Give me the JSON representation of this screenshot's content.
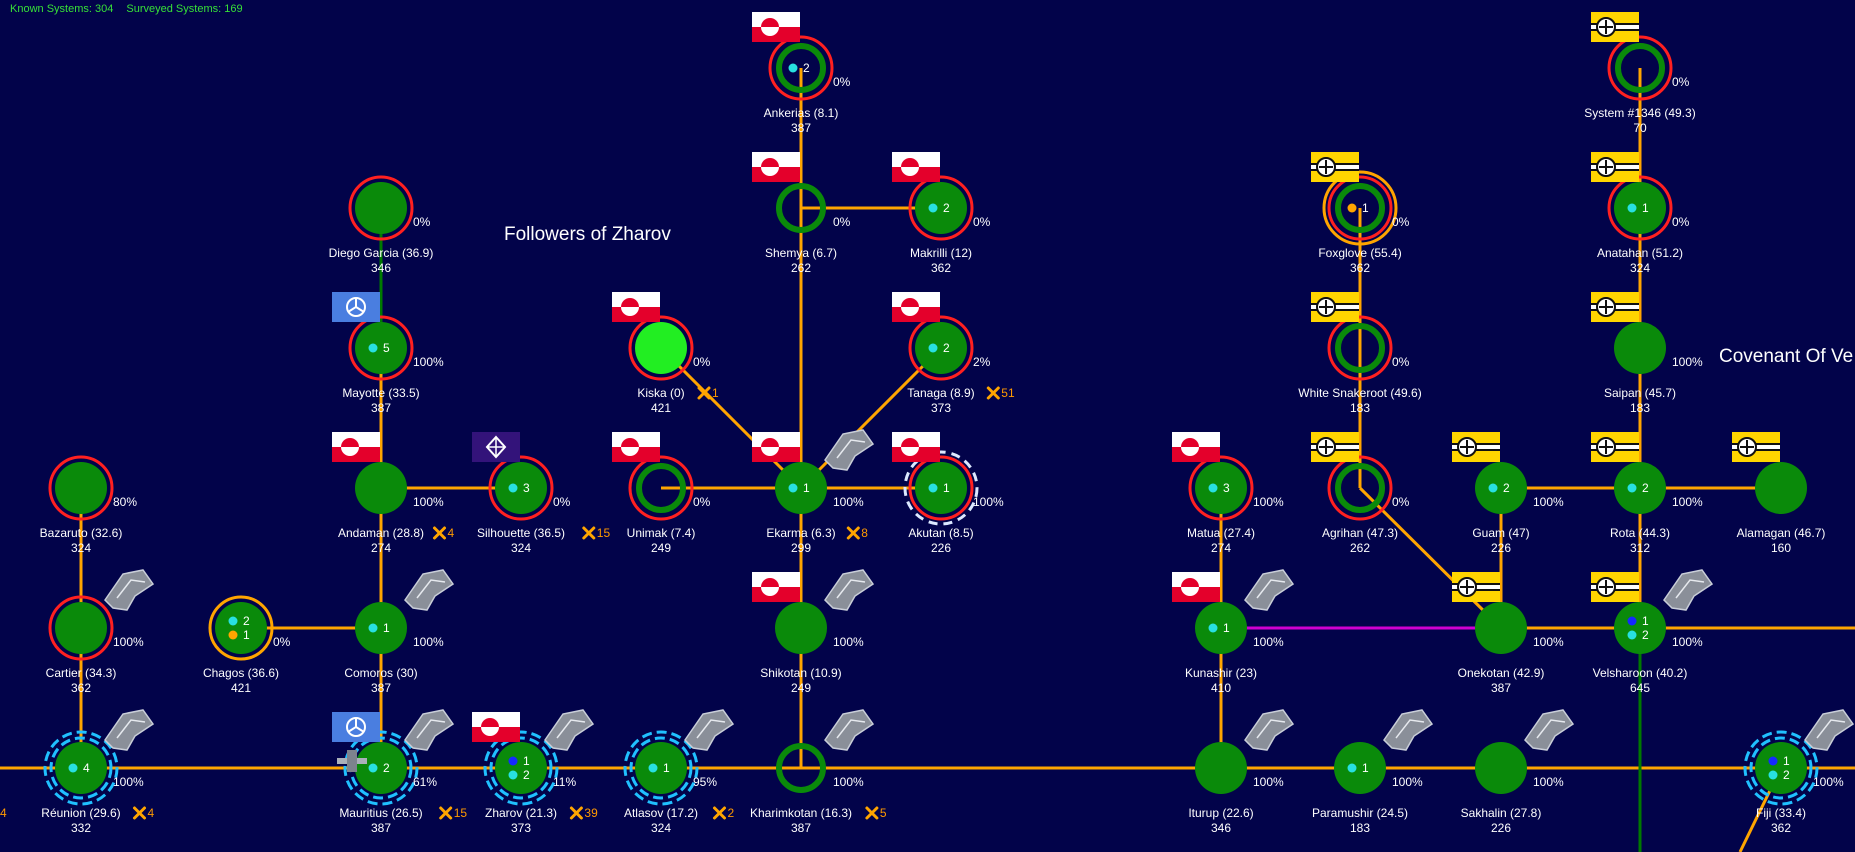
{
  "header": {
    "known_systems": "Known Systems: 304",
    "surveyed_systems": "Surveyed Systems: 169"
  },
  "factions": [
    {
      "name": "Followers of Zharov"
    },
    {
      "name": "Covenant Of Ve"
    }
  ],
  "colors": {
    "background": "#02034a",
    "planet_green": "#0a8a0a",
    "lane_orange": "#ffa500",
    "lane_magenta": "#d000d0",
    "lane_green": "#007a00",
    "ring_red": "#ff2020",
    "ring_cyan": "#20c0ff",
    "text_white": "#ffffff",
    "text_orange": "#ff9a00",
    "header_green": "#37e037"
  },
  "systems": [
    {
      "id": "ankerias",
      "name": "Ankerias  (8.1)",
      "value": "387",
      "pct": "0%",
      "style": "ring",
      "redRing": true,
      "pops": [
        {
          "n": "2",
          "c": "cyan"
        }
      ],
      "flag": "red-white"
    },
    {
      "id": "system1346",
      "name": "System #1346  (49.3)",
      "value": "70",
      "pct": "0%",
      "style": "ring",
      "redRing": true,
      "pops": [],
      "flag": "yellow"
    },
    {
      "id": "diego",
      "name": "Diego Garcia  (36.9)",
      "value": "346",
      "pct": "0%",
      "style": "solid",
      "redRing": true,
      "pops": []
    },
    {
      "id": "shemya",
      "name": "Shemya  (6.7)",
      "value": "262",
      "pct": "0%",
      "style": "ring",
      "pops": [],
      "flag": "red-white"
    },
    {
      "id": "makrilli",
      "name": "Makrilli  (12)",
      "value": "362",
      "pct": "0%",
      "style": "solid",
      "redRing": true,
      "pops": [
        {
          "n": "2",
          "c": "cyan"
        }
      ],
      "flag": "red-white"
    },
    {
      "id": "foxglove",
      "name": "Foxglove  (55.4)",
      "value": "362",
      "pct": "0%",
      "style": "ring",
      "redRing": true,
      "orangeRing": true,
      "pops": [
        {
          "n": "1",
          "c": "orange"
        }
      ],
      "flag": "yellow"
    },
    {
      "id": "anatahan",
      "name": "Anatahan  (51.2)",
      "value": "324",
      "pct": "0%",
      "style": "solid",
      "redRing": true,
      "pops": [
        {
          "n": "1",
          "c": "cyan"
        }
      ],
      "flag": "yellow"
    },
    {
      "id": "mayotte",
      "name": "Mayotte  (33.5)",
      "value": "387",
      "pct": "100%",
      "style": "solid",
      "redRing": true,
      "pops": [
        {
          "n": "5",
          "c": "cyan"
        }
      ],
      "flag": "blue"
    },
    {
      "id": "kiska",
      "name": "Kiska  (0)",
      "value": "421",
      "pct": "0%",
      "style": "bright",
      "redRing": true,
      "pops": [],
      "flag": "red-white",
      "count": "1"
    },
    {
      "id": "tanaga",
      "name": "Tanaga  (8.9)",
      "value": "373",
      "pct": "2%",
      "style": "solid",
      "redRing": true,
      "pops": [
        {
          "n": "2",
          "c": "cyan"
        }
      ],
      "flag": "red-white",
      "count": "51"
    },
    {
      "id": "whitesnake",
      "name": "White Snakeroot  (49.6)",
      "value": "183",
      "pct": "0%",
      "style": "ring",
      "redRing": true,
      "pops": [],
      "flag": "yellow"
    },
    {
      "id": "saipan",
      "name": "Saipan  (45.7)",
      "value": "183",
      "pct": "100%",
      "style": "solid",
      "pops": [],
      "flag": "yellow"
    },
    {
      "id": "bazaruto",
      "name": "Bazaruto  (32.6)",
      "value": "324",
      "pct": "80%",
      "style": "solid",
      "redRing": true,
      "pops": []
    },
    {
      "id": "andaman",
      "name": "Andaman  (28.8)",
      "value": "274",
      "pct": "100%",
      "style": "solid",
      "pops": [],
      "flag": "red-white",
      "count": "4"
    },
    {
      "id": "silhouette",
      "name": "Silhouette  (36.5)",
      "value": "324",
      "pct": "0%",
      "style": "solid",
      "redRing": true,
      "pops": [
        {
          "n": "3",
          "c": "cyan"
        }
      ],
      "flag": "purple",
      "count": "15"
    },
    {
      "id": "unimak",
      "name": "Unimak  (7.4)",
      "value": "249",
      "pct": "0%",
      "style": "ring",
      "redRing": true,
      "pops": [],
      "flag": "red-white"
    },
    {
      "id": "ekarma",
      "name": "Ekarma  (6.3)",
      "value": "299",
      "pct": "100%",
      "style": "solid",
      "pops": [
        {
          "n": "1",
          "c": "cyan"
        }
      ],
      "flag": "red-white",
      "count": "8",
      "ship": true
    },
    {
      "id": "akutan",
      "name": "Akutan  (8.5)",
      "value": "226",
      "pct": "100%",
      "style": "solid",
      "redRing": true,
      "dashWhite": true,
      "pops": [
        {
          "n": "1",
          "c": "cyan"
        }
      ],
      "flag": "red-white"
    },
    {
      "id": "matua",
      "name": "Matua  (27.4)",
      "value": "274",
      "pct": "100%",
      "style": "solid",
      "redRing": true,
      "pops": [
        {
          "n": "3",
          "c": "cyan"
        }
      ],
      "flag": "red-white"
    },
    {
      "id": "agrihan",
      "name": "Agrihan  (47.3)",
      "value": "262",
      "pct": "0%",
      "style": "ring",
      "redRing": true,
      "pops": [],
      "flag": "yellow"
    },
    {
      "id": "guam",
      "name": "Guam  (47)",
      "value": "226",
      "pct": "100%",
      "style": "solid",
      "pops": [
        {
          "n": "2",
          "c": "cyan"
        }
      ],
      "flag": "yellow"
    },
    {
      "id": "rota",
      "name": "Rota  (44.3)",
      "value": "312",
      "pct": "100%",
      "style": "solid",
      "pops": [
        {
          "n": "2",
          "c": "cyan"
        }
      ],
      "flag": "yellow"
    },
    {
      "id": "alamagan",
      "name": "Alamagan  (46.7)",
      "value": "160",
      "pct": "",
      "style": "solid",
      "pops": [],
      "flag": "yellow"
    },
    {
      "id": "cartier",
      "name": "Cartier  (34.3)",
      "value": "362",
      "pct": "100%",
      "style": "solid",
      "redRing": true,
      "pops": [],
      "ship": true
    },
    {
      "id": "chagos",
      "name": "Chagos  (36.6)",
      "value": "421",
      "pct": "0%",
      "style": "solid",
      "orangeRing": true,
      "pops": [
        {
          "n": "2",
          "c": "cyan"
        },
        {
          "n": "1",
          "c": "orange"
        }
      ]
    },
    {
      "id": "comoros",
      "name": "Comoros  (30)",
      "value": "387",
      "pct": "100%",
      "style": "solid",
      "pops": [
        {
          "n": "1",
          "c": "cyan"
        }
      ],
      "ship": true
    },
    {
      "id": "shikotan",
      "name": "Shikotan  (10.9)",
      "value": "249",
      "pct": "100%",
      "style": "solid",
      "pops": [],
      "flag": "red-white",
      "ship": true
    },
    {
      "id": "kunashir",
      "name": "Kunashir  (23)",
      "value": "410",
      "pct": "100%",
      "style": "solid",
      "pops": [
        {
          "n": "1",
          "c": "cyan"
        }
      ],
      "flag": "red-white",
      "ship": true
    },
    {
      "id": "onekotan",
      "name": "Onekotan  (42.9)",
      "value": "387",
      "pct": "100%",
      "style": "solid",
      "pops": [],
      "flag": "yellow"
    },
    {
      "id": "velsharoon",
      "name": "Velsharoon  (40.2)",
      "value": "645",
      "pct": "100%",
      "style": "solid",
      "pops": [
        {
          "n": "1",
          "c": "blue"
        },
        {
          "n": "2",
          "c": "cyan"
        }
      ],
      "flag": "yellow",
      "ship": true
    },
    {
      "id": "reunion",
      "name": "Réunion  (29.6)",
      "value": "332",
      "pct": "100%",
      "style": "solid",
      "dashCyan": true,
      "pops": [
        {
          "n": "4",
          "c": "cyan"
        }
      ],
      "count": "4",
      "ship": true
    },
    {
      "id": "mauritius",
      "name": "Mauritius  (26.5)",
      "value": "387",
      "pct": "61%",
      "style": "solid",
      "dashCyan": true,
      "pops": [
        {
          "n": "2",
          "c": "cyan"
        }
      ],
      "flag": "blue",
      "count": "15",
      "ship": true,
      "station": true
    },
    {
      "id": "zharov",
      "name": "Zharov  (21.3)",
      "value": "373",
      "pct": "11%",
      "style": "solid",
      "dashCyan": true,
      "pops": [
        {
          "n": "1",
          "c": "blue"
        },
        {
          "n": "2",
          "c": "cyan"
        }
      ],
      "flag": "red-white",
      "count": "39",
      "ship": true
    },
    {
      "id": "atlasov",
      "name": "Atlasov  (17.2)",
      "value": "324",
      "pct": "95%",
      "style": "solid",
      "dashCyan": true,
      "pops": [
        {
          "n": "1",
          "c": "cyan"
        }
      ],
      "count": "2",
      "ship": true
    },
    {
      "id": "kharimkotan",
      "name": "Kharimkotan  (16.3)",
      "value": "387",
      "pct": "100%",
      "style": "ring",
      "pops": [],
      "count": "5",
      "ship": true
    },
    {
      "id": "iturup",
      "name": "Iturup  (22.6)",
      "value": "346",
      "pct": "100%",
      "style": "solid",
      "pops": [],
      "ship": true
    },
    {
      "id": "paramushir",
      "name": "Paramushir  (24.5)",
      "value": "183",
      "pct": "100%",
      "style": "solid",
      "pops": [
        {
          "n": "1",
          "c": "cyan"
        }
      ],
      "ship": true
    },
    {
      "id": "sakhalin",
      "name": "Sakhalin  (27.8)",
      "value": "226",
      "pct": "100%",
      "style": "solid",
      "pops": [],
      "ship": true
    },
    {
      "id": "fiji",
      "name": "Fiji  (33.4)",
      "value": "362",
      "pct": "100%",
      "style": "solid",
      "dashCyan": true,
      "pops": [
        {
          "n": "1",
          "c": "blue"
        },
        {
          "n": "2",
          "c": "cyan"
        }
      ],
      "ship": true
    }
  ],
  "lanes": [
    [
      "ankerias",
      "shemya",
      "orange"
    ],
    [
      "shemya",
      "makrilli",
      "orange"
    ],
    [
      "shemya",
      "ekarma",
      "orange"
    ],
    [
      "kiska",
      "ekarma",
      "orange"
    ],
    [
      "tanaga",
      "ekarma",
      "orange"
    ],
    [
      "unimak",
      "ekarma",
      "orange"
    ],
    [
      "ekarma",
      "akutan",
      "orange"
    ],
    [
      "ekarma",
      "shikotan",
      "orange"
    ],
    [
      "shikotan",
      "kharimkotan",
      "orange"
    ],
    [
      "diego",
      "mayotte",
      "green"
    ],
    [
      "mayotte",
      "andaman",
      "orange"
    ],
    [
      "andaman",
      "silhouette",
      "orange"
    ],
    [
      "andaman",
      "comoros",
      "orange"
    ],
    [
      "chagos",
      "comoros",
      "orange"
    ],
    [
      "comoros",
      "mauritius",
      "orange"
    ],
    [
      "bazaruto",
      "cartier",
      "orange"
    ],
    [
      "cartier",
      "reunion",
      "orange"
    ],
    [
      "system1346",
      "anatahan",
      "orange"
    ],
    [
      "anatahan",
      "saipan",
      "orange"
    ],
    [
      "saipan",
      "rota",
      "orange"
    ],
    [
      "foxglove",
      "whitesnake",
      "orange"
    ],
    [
      "whitesnake",
      "agrihan",
      "orange"
    ],
    [
      "agrihan",
      "onekotan",
      "orange"
    ],
    [
      "guam",
      "onekotan",
      "orange"
    ],
    [
      "guam",
      "rota",
      "orange"
    ],
    [
      "rota",
      "alamagan",
      "orange"
    ],
    [
      "rota",
      "velsharoon",
      "orange"
    ],
    [
      "onekotan",
      "velsharoon",
      "orange"
    ],
    [
      "kunashir",
      "onekotan",
      "magenta"
    ],
    [
      "matua",
      "kunashir",
      "orange"
    ],
    [
      "kunashir",
      "iturup",
      "orange"
    ],
    [
      "velsharoon",
      "fiji_down",
      "green"
    ]
  ],
  "bottom_row_label": "4"
}
